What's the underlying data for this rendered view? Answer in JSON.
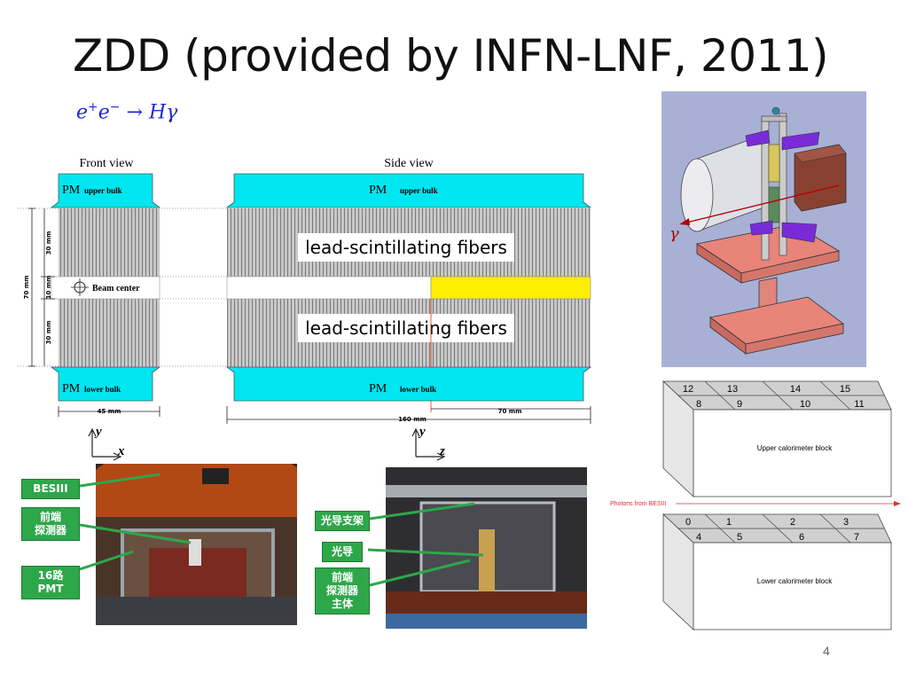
{
  "slide": {
    "title": "ZDD (provided by INFN-LNF, 2011)",
    "subtitle_e1": "e",
    "subtitle_plus": "+",
    "subtitle_e2": "e",
    "subtitle_minus": "−",
    "subtitle_rest": " → Hγ",
    "page_number": "4"
  },
  "schematic": {
    "front_view_title": "Front view",
    "side_view_title": "Side view",
    "pm_upper_front": "PM",
    "pm_upper_front_sub": "upper bulk",
    "pm_upper_side": "PM",
    "pm_upper_side_sub": "upper bulk",
    "pm_lower_front": "PM",
    "pm_lower_front_sub": "lower bulk",
    "pm_lower_side": "PM",
    "pm_lower_side_sub": "lower bulk",
    "fibers_upper_label": "lead-scintillating fibers",
    "fibers_lower_label": "lead-scintillating fibers",
    "beam_center_label": "Beam center",
    "dim_70": "70 mm",
    "dim_30_top": "30 mm",
    "dim_10": "10 mm",
    "dim_30_bottom": "30 mm",
    "dim_45": "45 mm",
    "dim_160": "160 mm",
    "dim_70_side": "70 mm",
    "axis_front_y": "y",
    "axis_front_x": "x",
    "axis_side_y": "y",
    "axis_side_z": "z",
    "colors": {
      "pm": "#00ecf2",
      "fiber": "#b4b4b4",
      "yellow": "#ffee00"
    }
  },
  "render_3d": {
    "gamma_label": "γ"
  },
  "photo_left": {
    "callout_besiii": "BESIII",
    "callout_front_detector_1": "前端",
    "callout_front_detector_2": "探测器",
    "callout_pmt_1": "16路",
    "callout_pmt_2": "PMT"
  },
  "photo_right": {
    "callout_light_guide_support": "光导支架",
    "callout_light_guide": "光导",
    "callout_body_1": "前端",
    "callout_body_2": "探测器",
    "callout_body_3": "主体"
  },
  "calorimeter": {
    "upper_top_row": [
      "12",
      "13",
      "14",
      "15"
    ],
    "upper_bottom_row": [
      "8",
      "9",
      "10",
      "11"
    ],
    "upper_label": "Upper calorimeter block",
    "lower_top_row": [
      "0",
      "1",
      "2",
      "3"
    ],
    "lower_bottom_row": [
      "4",
      "5",
      "6",
      "7"
    ],
    "lower_label": "Lower calorimeter block",
    "photons_label": "Photons from BESIII"
  }
}
